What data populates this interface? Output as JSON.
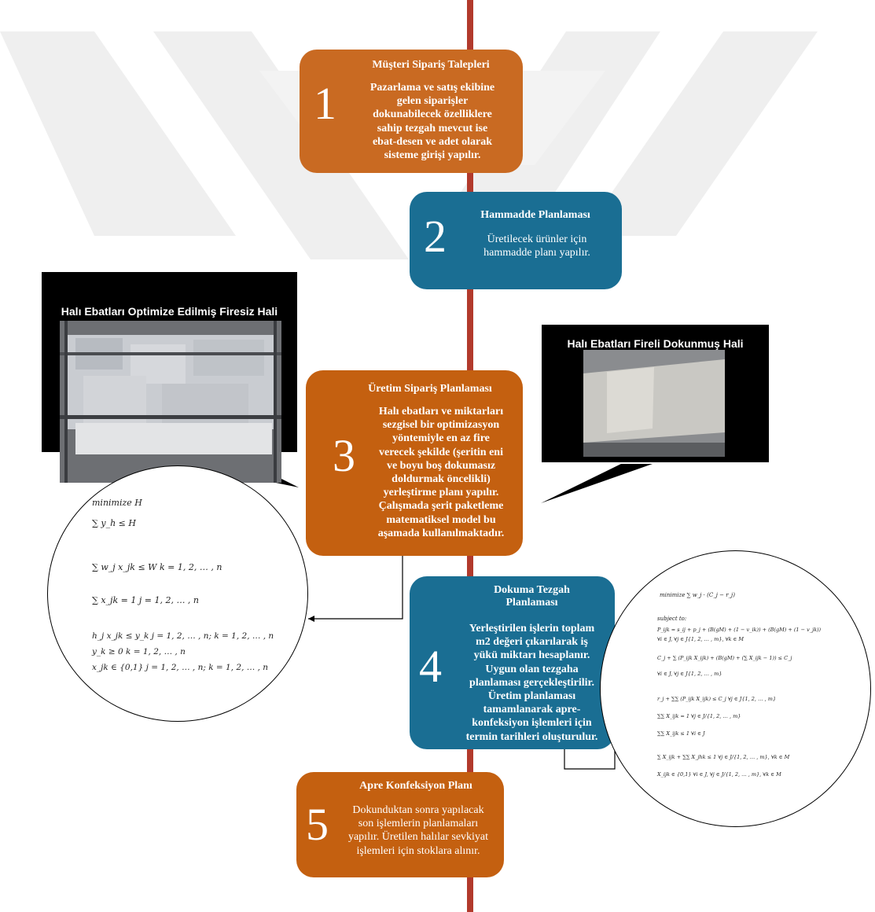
{
  "steps": [
    {
      "number": "1",
      "title": "Müşteri Sipariş Talepleri",
      "lines": [
        "Pazarlama ve satış ekibine",
        "gelen siparişler",
        "dokunabilecek özelliklere",
        "sahip tezgah mevcut ise",
        "ebat-desen ve adet olarak",
        "sisteme girişi yapılır."
      ]
    },
    {
      "number": "2",
      "title": "Hammadde Planlaması",
      "lines": [
        "Üretilecek ürünler için",
        "hammadde planı yapılır."
      ]
    },
    {
      "number": "3",
      "title": "Üretim Sipariş Planlaması",
      "lines": [
        "Halı ebatları ve miktarları",
        "sezgisel bir optimizasyon",
        "yöntemiyle en az fire",
        "verecek şekilde (şeritin eni",
        "ve boyu boş dokumasız",
        "doldurmak öncelikli)",
        "yerleştirme planı yapılır.",
        "Çalışmada şerit paketleme",
        "matematiksel model bu",
        "aşamada kullanılmaktadır."
      ]
    },
    {
      "number": "4",
      "title_lines": [
        "Dokuma Tezgah",
        "Planlaması"
      ],
      "lines": [
        "Yerleştirilen işlerin toplam",
        "m2 değeri çıkarılarak iş",
        "yükü miktarı hesaplanır.",
        "Uygun olan tezgaha",
        "planlaması gerçekleştirilir.",
        "Üretim planlaması",
        "tamamlanarak apre-",
        "konfeksiyon işlemleri için",
        "termin tarihleri oluşturulur."
      ]
    },
    {
      "number": "5",
      "title": "Apre Konfeksiyon Planı",
      "lines": [
        "Dokunduktan sonra yapılacak",
        "son işlemlerin planlamaları",
        "yapılır. Üretilen halılar sevkiyat",
        "işlemleri için stoklara alınır."
      ]
    }
  ],
  "photos": {
    "left_caption": "Halı Ebatları Optimize Edilmiş Firesiz Hali",
    "right_caption": "Halı Ebatları Fireli Dokunmuş Hali"
  },
  "model_left": [
    "minimize H",
    "∑ y_h ≤ H",
    "∑ w_j x_jk ≤ W   k = 1, 2, … , n",
    "∑ x_jk = 1   j = 1, 2, … , n",
    "h_j x_jk ≤ y_k    j = 1, 2, … , n;  k = 1, 2, … , n",
    "y_k ≥ 0   k = 1, 2, … , n",
    "x_jk ∈ {0,1}   j = 1, 2, … , n;  k = 1, 2, … , n"
  ],
  "model_right": [
    "minimize  ∑ w_j · (C_j − r_j)",
    "subject to:",
    "P_ijk = s_ij + p_j + (B(gM) + (1 − v_ik)) + (B(gM) + (1 − v_jk))",
    "∀i ∈ J, ∀j ∈ J{1, 2, … , m}, ∀k ∈ M",
    "C_j + ∑ (P_ijk X_ijk) + (B(gM) + (∑ X_ijk − 1)) ≤ C_j",
    "∀i ∈ J, ∀j ∈ J{1, 2, … , m}",
    "r_j + ∑∑ (P_ijk X_ijk) ≤ C_j  ∀j ∈ J{1, 2, … , m}",
    "∑∑ X_ijk = 1  ∀j ∈ J/{1, 2, … , m}",
    "∑∑ X_ijk ≤ 1  ∀i ∈ J",
    "∑ X_ijk + ∑∑ X_jhk ≤ 1  ∀j ∈ J/{1, 2, … , m}, ∀k ∈ M",
    "X_ijk ∈ {0,1}  ∀i ∈ J, ∀j ∈ J/{1, 2, … , m}, ∀k ∈ M"
  ],
  "colors": {
    "spine": "#b23a2c",
    "orange": "#c96a22",
    "blue": "#1a6e93"
  }
}
